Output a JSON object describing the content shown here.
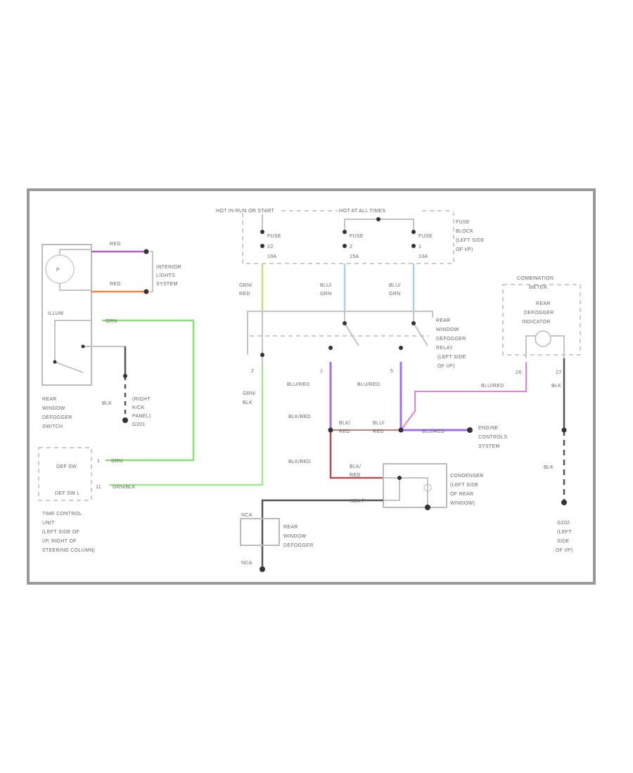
{
  "colors": {
    "frame": "#999999",
    "grn": "#88e070",
    "grn_red": "#c8dc78",
    "blu_grn": "#a8d4e8",
    "blu_red": "#a070e8",
    "blu_red_pink": "#e080e0",
    "blk_red": "#b05050",
    "red_purple": "#b060c0",
    "red_orange": "#f08040",
    "blk": "#555555"
  },
  "fuse_block": {
    "hot_run_start": "HOT IN RUN OR START",
    "hot_all_times": "HOT AT ALL TIMES",
    "label": [
      "FUSE",
      "BLOCK",
      "(LEFT SIDE",
      "OF I/P)"
    ],
    "fuses": [
      {
        "name": "FUSE",
        "num": "22",
        "amps": "10A"
      },
      {
        "name": "FUSE",
        "num": "2",
        "amps": "15A"
      },
      {
        "name": "FUSE",
        "num": "1",
        "amps": "10A"
      }
    ]
  },
  "wires": {
    "grn_red": [
      "GRN/",
      "RED"
    ],
    "blu_grn_1": [
      "BLU/",
      "GRN"
    ],
    "blu_grn_2": [
      "BLU/",
      "GRN"
    ],
    "grn_blk": [
      "GRN/",
      "BLK"
    ],
    "blu_red_1": "BLU/RED",
    "blu_red_5": "BLU/RED",
    "blk_red_1": "BLK/RED",
    "blk_red_2": "BLK/RED",
    "blk_red_s1": [
      "BLK/",
      "RED"
    ],
    "blu_red_s": [
      "BLU/",
      "RED"
    ],
    "blu_red_engine": "BLU/RED",
    "blu_red_meter": "BLU/RED",
    "blk_red_s2": [
      "BLK/",
      "RED"
    ],
    "nca_p": "NCA P",
    "blk_meter": "BLK",
    "blk_ground": "BLK",
    "red_1": "RED",
    "red_2": "RED",
    "grn_switch": "GRN",
    "blk_switch": "BLK",
    "grn_tcu": "GRN",
    "grn_blk_tcu": "GRN/BLK",
    "nca_top": "NCA",
    "nca_bottom": "NCA"
  },
  "pins": {
    "relay_2": "2",
    "relay_1": "1",
    "relay_5": "5",
    "meter_26": "26",
    "meter_27": "27",
    "tcu_1": "1",
    "tcu_11": "11"
  },
  "relay": {
    "label": [
      "REAR",
      "WINDOW",
      "DEFOGGER",
      "RELAY",
      "(LEFT SIDE",
      "OF I/P)"
    ]
  },
  "meter": {
    "title": [
      "COMBINATION",
      "METER"
    ],
    "indicator": [
      "REAR",
      "DEFOGGER",
      "INDICATOR"
    ]
  },
  "engine": {
    "label": [
      "ENGINE",
      "CONTROLS",
      "SYSTEM"
    ]
  },
  "condenser": {
    "label": [
      "CONDENSER",
      "(LEFT SIDE",
      "OF REAR",
      "WINDOW)"
    ]
  },
  "defogger": {
    "label": [
      "REAR",
      "WINDOW",
      "DEFOGGER"
    ]
  },
  "ground_right": {
    "label": [
      "G202",
      "(LEFT",
      "SIDE",
      "OF I/P)"
    ]
  },
  "switch": {
    "illum": "ILLUM",
    "label": [
      "REAR",
      "WINDOW",
      "DEFOGGER",
      "SWITCH"
    ],
    "interior": [
      "INTERIOR",
      "LIGHTS",
      "SYSTEM"
    ],
    "ground": [
      "(RIGHT",
      "KICK",
      "PANEL)",
      "G201"
    ]
  },
  "tcu": {
    "def_sw": "DEF SW",
    "def_sw_l": "DEF SW L",
    "label": [
      "TIME CONTROL",
      "UNIT",
      "(LEFT SIDE OF",
      "I/P, RIGHT OF",
      "STEERING COLUMN)"
    ]
  }
}
